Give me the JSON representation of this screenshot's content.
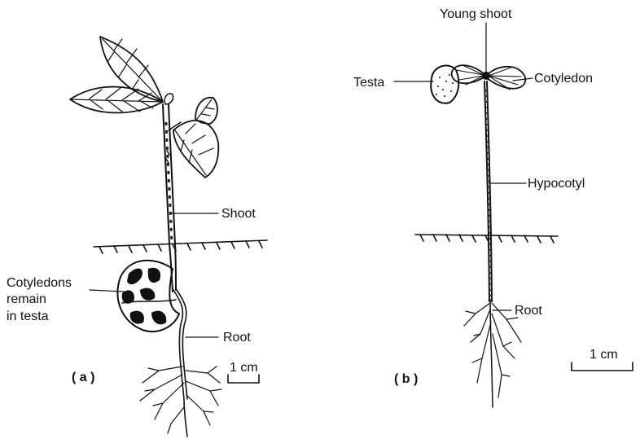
{
  "panel_a": {
    "tag": "( a )",
    "labels": {
      "shoot": "Shoot",
      "cotyledons_line1": "Cotyledons",
      "cotyledons_line2": "remain",
      "cotyledons_line3": "in testa",
      "root": "Root"
    },
    "scale_label": "1 cm"
  },
  "panel_b": {
    "tag": "( b )",
    "labels": {
      "young_shoot": "Young shoot",
      "testa": "Testa",
      "cotyledon": "Cotyledon",
      "hypocotyl": "Hypocotyl",
      "root": "Root"
    },
    "scale_label": "1 cm"
  }
}
